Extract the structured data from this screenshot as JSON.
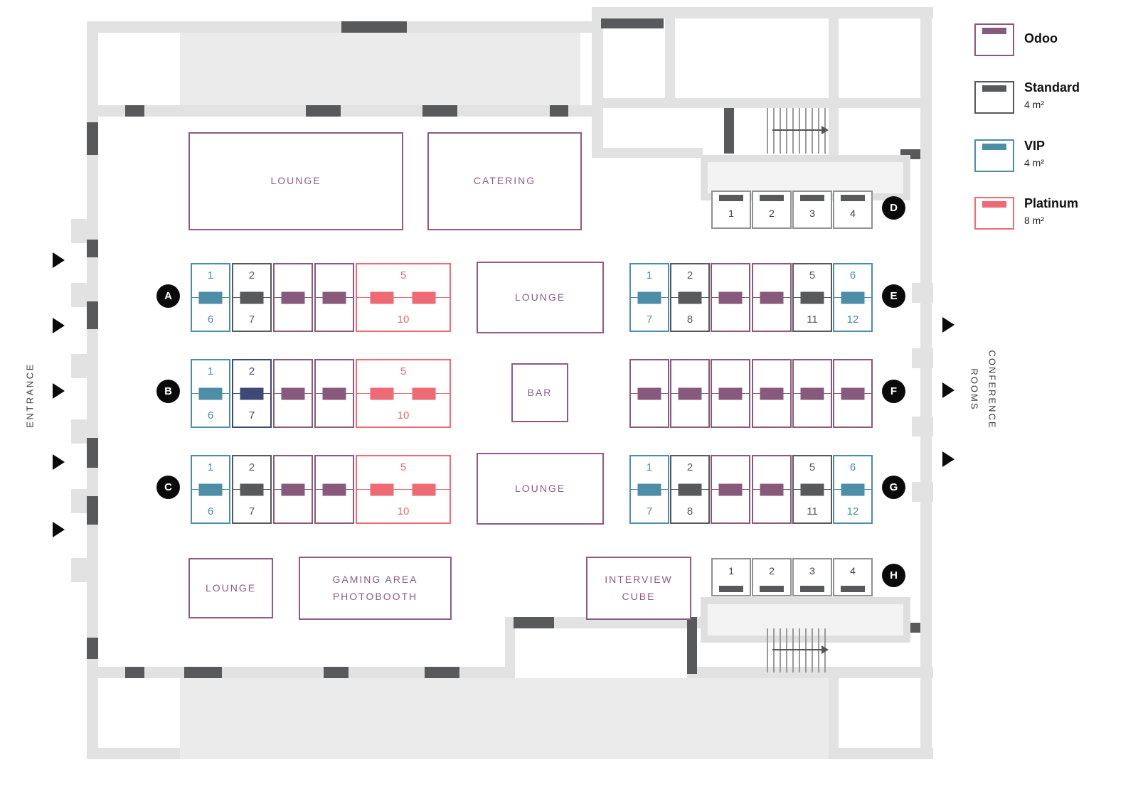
{
  "legend": {
    "items": [
      {
        "id": "odoo",
        "label": "Odoo",
        "size": "",
        "color": "#875A7B"
      },
      {
        "id": "standard",
        "label": "Standard",
        "size": "4 m²",
        "color": "#58595B"
      },
      {
        "id": "vip",
        "label": "VIP",
        "size": "4 m²",
        "color": "#4E8DA6"
      },
      {
        "id": "platinum",
        "label": "Platinum",
        "size": "8 m²",
        "color": "#EE6A75"
      }
    ]
  },
  "side_labels": {
    "entrance": "ENTRANCE",
    "conference_line1": "CONFERENCE",
    "conference_line2": "ROOMS"
  },
  "rooms": {
    "lounge_top": "LOUNGE",
    "catering": "CATERING",
    "lounge_center_top": "LOUNGE",
    "bar": "BAR",
    "lounge_center_bottom": "LOUNGE",
    "lounge_bottom": "LOUNGE",
    "gaming_line1": "GAMING AREA",
    "gaming_line2": "PHOTOBOOTH",
    "interview_line1": "INTERVIEW",
    "interview_line2": "CUBE"
  },
  "rows": {
    "A": {
      "label": "A",
      "booths": [
        {
          "type": "vip",
          "top": "1",
          "bottom": "6"
        },
        {
          "type": "standard",
          "top": "2",
          "bottom": "7"
        },
        {
          "type": "odoo"
        },
        {
          "type": "odoo"
        },
        {
          "type": "platinum",
          "top": "5",
          "bottom": "10"
        }
      ]
    },
    "B": {
      "label": "B",
      "booths": [
        {
          "type": "vip",
          "top": "1",
          "bottom": "6"
        },
        {
          "type": "navy",
          "top": "2",
          "bottom": "7"
        },
        {
          "type": "odoo"
        },
        {
          "type": "odoo"
        },
        {
          "type": "platinum",
          "top": "5",
          "bottom": "10"
        }
      ]
    },
    "C": {
      "label": "C",
      "booths": [
        {
          "type": "vip",
          "top": "1",
          "bottom": "6"
        },
        {
          "type": "standard",
          "top": "2",
          "bottom": "7"
        },
        {
          "type": "odoo"
        },
        {
          "type": "odoo"
        },
        {
          "type": "platinum",
          "top": "5",
          "bottom": "10"
        }
      ]
    },
    "D": {
      "label": "D",
      "booths": [
        "1",
        "2",
        "3",
        "4"
      ]
    },
    "E": {
      "label": "E",
      "booths": [
        {
          "type": "vip",
          "top": "1",
          "bottom": "7"
        },
        {
          "type": "standard",
          "top": "2",
          "bottom": "8"
        },
        {
          "type": "odoo"
        },
        {
          "type": "odoo"
        },
        {
          "type": "standard",
          "top": "5",
          "bottom": "11"
        },
        {
          "type": "vip",
          "top": "6",
          "bottom": "12"
        }
      ]
    },
    "F": {
      "label": "F",
      "booths": [
        {
          "type": "odoo"
        },
        {
          "type": "odoo"
        },
        {
          "type": "odoo"
        },
        {
          "type": "odoo"
        },
        {
          "type": "odoo"
        },
        {
          "type": "odoo"
        }
      ]
    },
    "G": {
      "label": "G",
      "booths": [
        {
          "type": "vip",
          "top": "1",
          "bottom": "7"
        },
        {
          "type": "standard",
          "top": "2",
          "bottom": "8"
        },
        {
          "type": "odoo"
        },
        {
          "type": "odoo"
        },
        {
          "type": "standard",
          "top": "5",
          "bottom": "11"
        },
        {
          "type": "vip",
          "top": "6",
          "bottom": "12"
        }
      ]
    },
    "H": {
      "label": "H",
      "booths": [
        "1",
        "2",
        "3",
        "4"
      ]
    }
  }
}
